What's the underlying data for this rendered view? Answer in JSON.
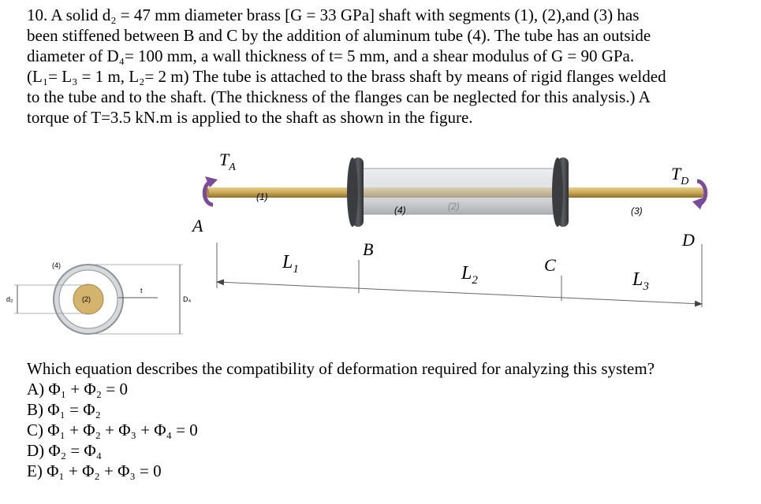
{
  "problem": {
    "lines": [
      "10. A solid d₂ = 47 mm diameter brass [G = 33 GPa] shaft with segments (1), (2),and (3) has",
      "been stiffened between B and C by the addition of aluminum tube (4). The tube has an outside",
      "diameter of D₄= 100 mm, a wall thickness of t= 5 mm, and a shear modulus of G = 90 GPa.",
      "(L₁= L₃ = 1 m, L₂= 2 m) The tube is attached to the brass shaft by means of rigid flanges welded",
      "to the tube and to the shaft. (The thickness of the flanges can be neglected for this analysis.) A",
      "torque of T=3.5 kN.m is applied to the shaft as shown in the figure."
    ]
  },
  "figure": {
    "labels": {
      "TA": "T",
      "TA_sub": "A",
      "TD": "T",
      "TD_sub": "D",
      "A": "A",
      "B": "B",
      "C": "C",
      "D": "D",
      "seg1": "(1)",
      "seg2": "(2)",
      "seg3": "(3)",
      "seg4": "(4)",
      "L1": "L",
      "L1_sub": "1",
      "L2": "L",
      "L2_sub": "2",
      "L3": "L",
      "L3_sub": "3",
      "cs_4": "(4)",
      "cs_2": "(2)",
      "cs_t": "t",
      "cs_d": "d₂",
      "cs_D": "D₄"
    },
    "colors": {
      "shaft": "#c9a85a",
      "shaft_dark": "#8e6f2c",
      "tube": "#c8cbcf",
      "flange": "#4a4c50",
      "torque": "#7b4a9a"
    }
  },
  "question": {
    "prompt": "Which equation describes the compatibility of deformation required for analyzing this system?",
    "options": [
      "A) Φ₁ + Φ₂ = 0",
      "B) Φ₁ = Φ₂",
      "C) Φ₁ + Φ₂ + Φ₃ + Φ₄ = 0",
      "D) Φ₂ = Φ₄",
      "E) Φ₁ + Φ₂ + Φ₃ = 0"
    ]
  }
}
